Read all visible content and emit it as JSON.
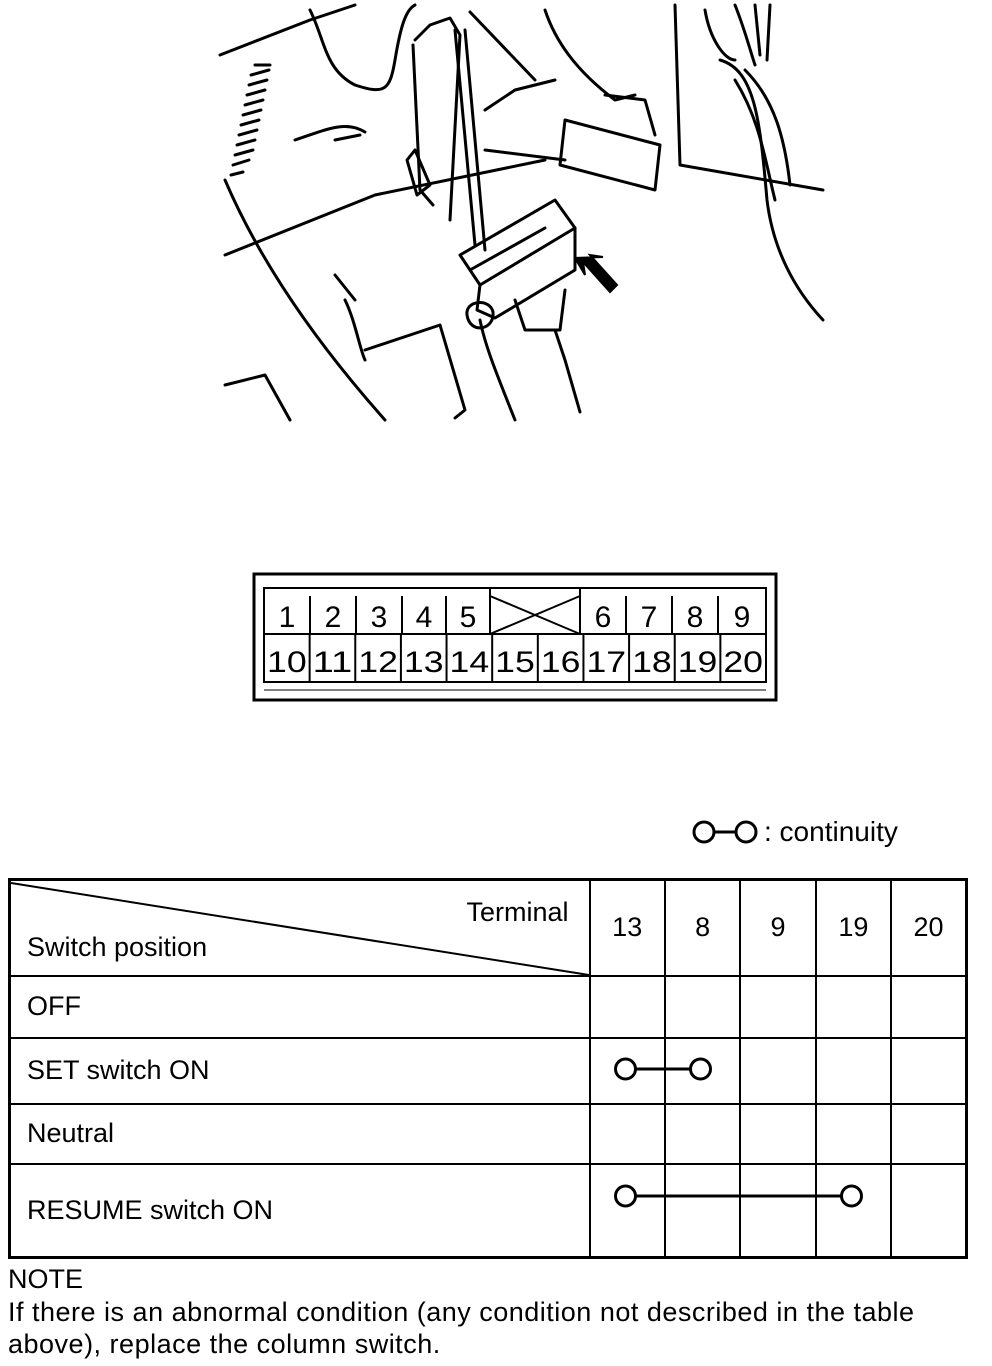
{
  "connector": {
    "top_row": [
      "1",
      "2",
      "3",
      "4",
      "5",
      "",
      "6",
      "7",
      "8",
      "9"
    ],
    "bottom_row": [
      "10",
      "11",
      "12",
      "13",
      "14",
      "15",
      "16",
      "17",
      "18",
      "19",
      "20"
    ]
  },
  "legend": {
    "text": ": continuity"
  },
  "table": {
    "header_terminal": "Terminal",
    "header_switch_position": "Switch position",
    "terminals": [
      "13",
      "8",
      "9",
      "19",
      "20"
    ],
    "rows": [
      {
        "label": "OFF",
        "continuity": []
      },
      {
        "label": "SET switch ON",
        "continuity": [
          "13",
          "8"
        ]
      },
      {
        "label": "Neutral",
        "continuity": []
      },
      {
        "label": "RESUME switch ON",
        "continuity": [
          "13",
          "19"
        ]
      }
    ]
  },
  "note": {
    "title": "NOTE",
    "text": "If there is an abnormal condition (any condition not described in the table above), replace the column switch."
  }
}
